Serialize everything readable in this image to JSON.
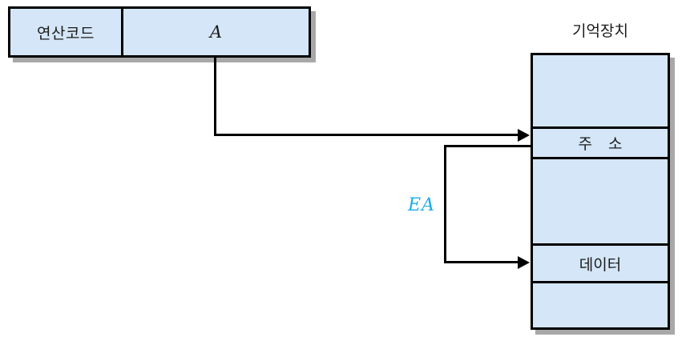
{
  "diagram": {
    "title_hidden": "",
    "instruction": {
      "name": "instruction-word",
      "opcode_label": "연산코드",
      "address_label": "A"
    },
    "memory": {
      "title": "기억장치",
      "rows": [
        {
          "label": "",
          "name": "memory-cell-empty-top"
        },
        {
          "label": "주 소",
          "name": "memory-cell-address"
        },
        {
          "label": "",
          "name": "memory-cell-empty-middle"
        },
        {
          "label": "데이터",
          "name": "memory-cell-data"
        },
        {
          "label": "",
          "name": "memory-cell-empty-bottom"
        }
      ]
    },
    "annotations": {
      "ea_label": "EA"
    },
    "colors": {
      "box_fill": "#d4e6f7",
      "box_border": "#000000",
      "shadow": "#a8a8a8",
      "ea_text": "#1badea",
      "text": "#1a1a1a"
    }
  }
}
